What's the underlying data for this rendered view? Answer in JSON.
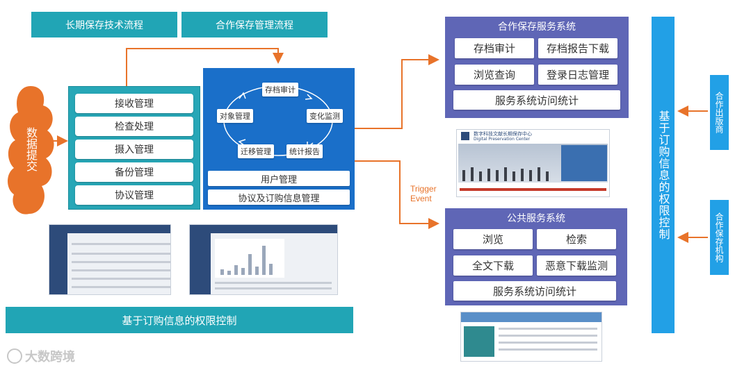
{
  "tabs": {
    "long_term": "长期保存技术流程",
    "coop": "合作保存管理流程"
  },
  "submission": "数据提交",
  "mgmt_items": [
    "接收管理",
    "检查处理",
    "摄入管理",
    "备份管理",
    "协议管理"
  ],
  "cycle": {
    "audit": "存档审计",
    "monitor": "变化监测",
    "report": "统计报告",
    "migrate": "迁移管理",
    "object": "对象管理"
  },
  "user_mgmt": "用户管理",
  "agreement_mgmt": "协议及订购信息管理",
  "bottom_bar": "基于订购信息的权限控制",
  "coop_service": {
    "title": "合作保存服务系统",
    "items": [
      "存档审计",
      "存档报告下载",
      "浏览查询",
      "登录日志管理"
    ],
    "stats": "服务系统访问统计"
  },
  "public_service": {
    "title": "公共服务系统",
    "items": [
      "浏览",
      "检索",
      "全文下载",
      "恶意下载监测"
    ],
    "stats": "服务系统访问统计"
  },
  "trigger": {
    "line1": "Trigger",
    "line2": "Event"
  },
  "right_bar": "基于订购信息的权限控制",
  "publisher": "合作出版商",
  "institution": "合作保存机构",
  "site_banner": {
    "title": "数字科技文献长期保存中心",
    "subtitle": "Digital Preservation Center"
  },
  "watermark": "大数跨境",
  "colors": {
    "teal": "#21a5b5",
    "purple": "#5f66b6",
    "blue": "#1a6fc9",
    "orange": "#e8732a"
  }
}
